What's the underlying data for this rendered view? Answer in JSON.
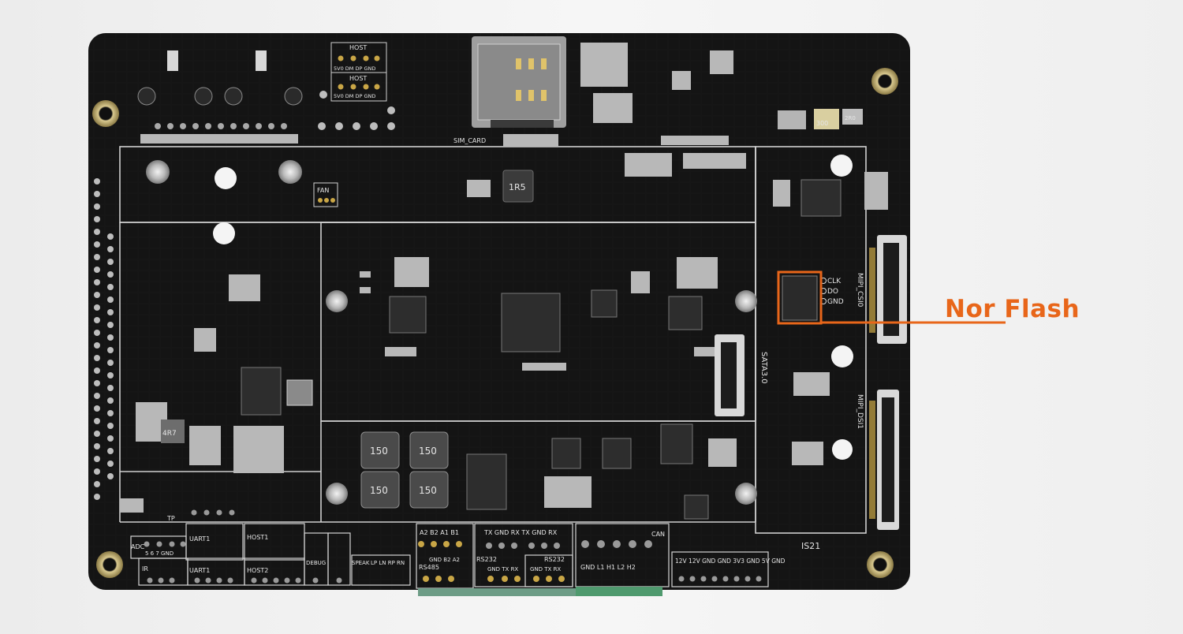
{
  "annotation": {
    "label": "Nor Flash",
    "color": "#e8661a"
  },
  "board": {
    "color": "#141414",
    "silkscreen_color": "#e6e6e6",
    "labels": {
      "host_top": "HOST",
      "host_bottom": "HOST",
      "host_pins": "5V0 DM DP GND",
      "sim": "SIM_CARD",
      "fan": "FAN",
      "inductor_top": "1R5",
      "inductor_a": "150",
      "inductor_b": "150",
      "inductor_c": "150",
      "inductor_d": "150",
      "sata": "SATA3.0",
      "mipi_csi": "MIPI_CSI0",
      "mipi_dsi": "MIPI_DSI1",
      "flash_clk": "CLK",
      "flash_do": "DO",
      "flash_gnd": "GND",
      "crystal": "4R7",
      "cap_300": "300",
      "cap_2r0": "2R0",
      "is_mark": "IS21",
      "adc": "ADC",
      "adc_pins": "5  6  7 GND",
      "ir": "IR",
      "tp": "TP",
      "uart1_top": "UART1",
      "uart1_bottom": "UART1",
      "host1": "HOST1",
      "host2": "HOST2",
      "debug": "DEBUG",
      "speak": "SPEAK",
      "speak_pins": "LP LN RP RN",
      "rs485": "RS485",
      "rs485_pins_top": "A2 B2 A1 B1",
      "rs485_pins_bottom": "GND B2 A2",
      "rs232_left": "RS232",
      "rs232_right": "RS232",
      "rs232_pins_top": "TX GND RX TX GND RX",
      "rs232_pins_bottom_left": "GND TX RX",
      "rs232_pins_bottom_right": "GND TX RX",
      "can": "CAN",
      "can_pins": "GND  L1  H1  L2  H2",
      "power_pins": "12V 12V GND GND 3V3 GND 5V GND"
    }
  }
}
